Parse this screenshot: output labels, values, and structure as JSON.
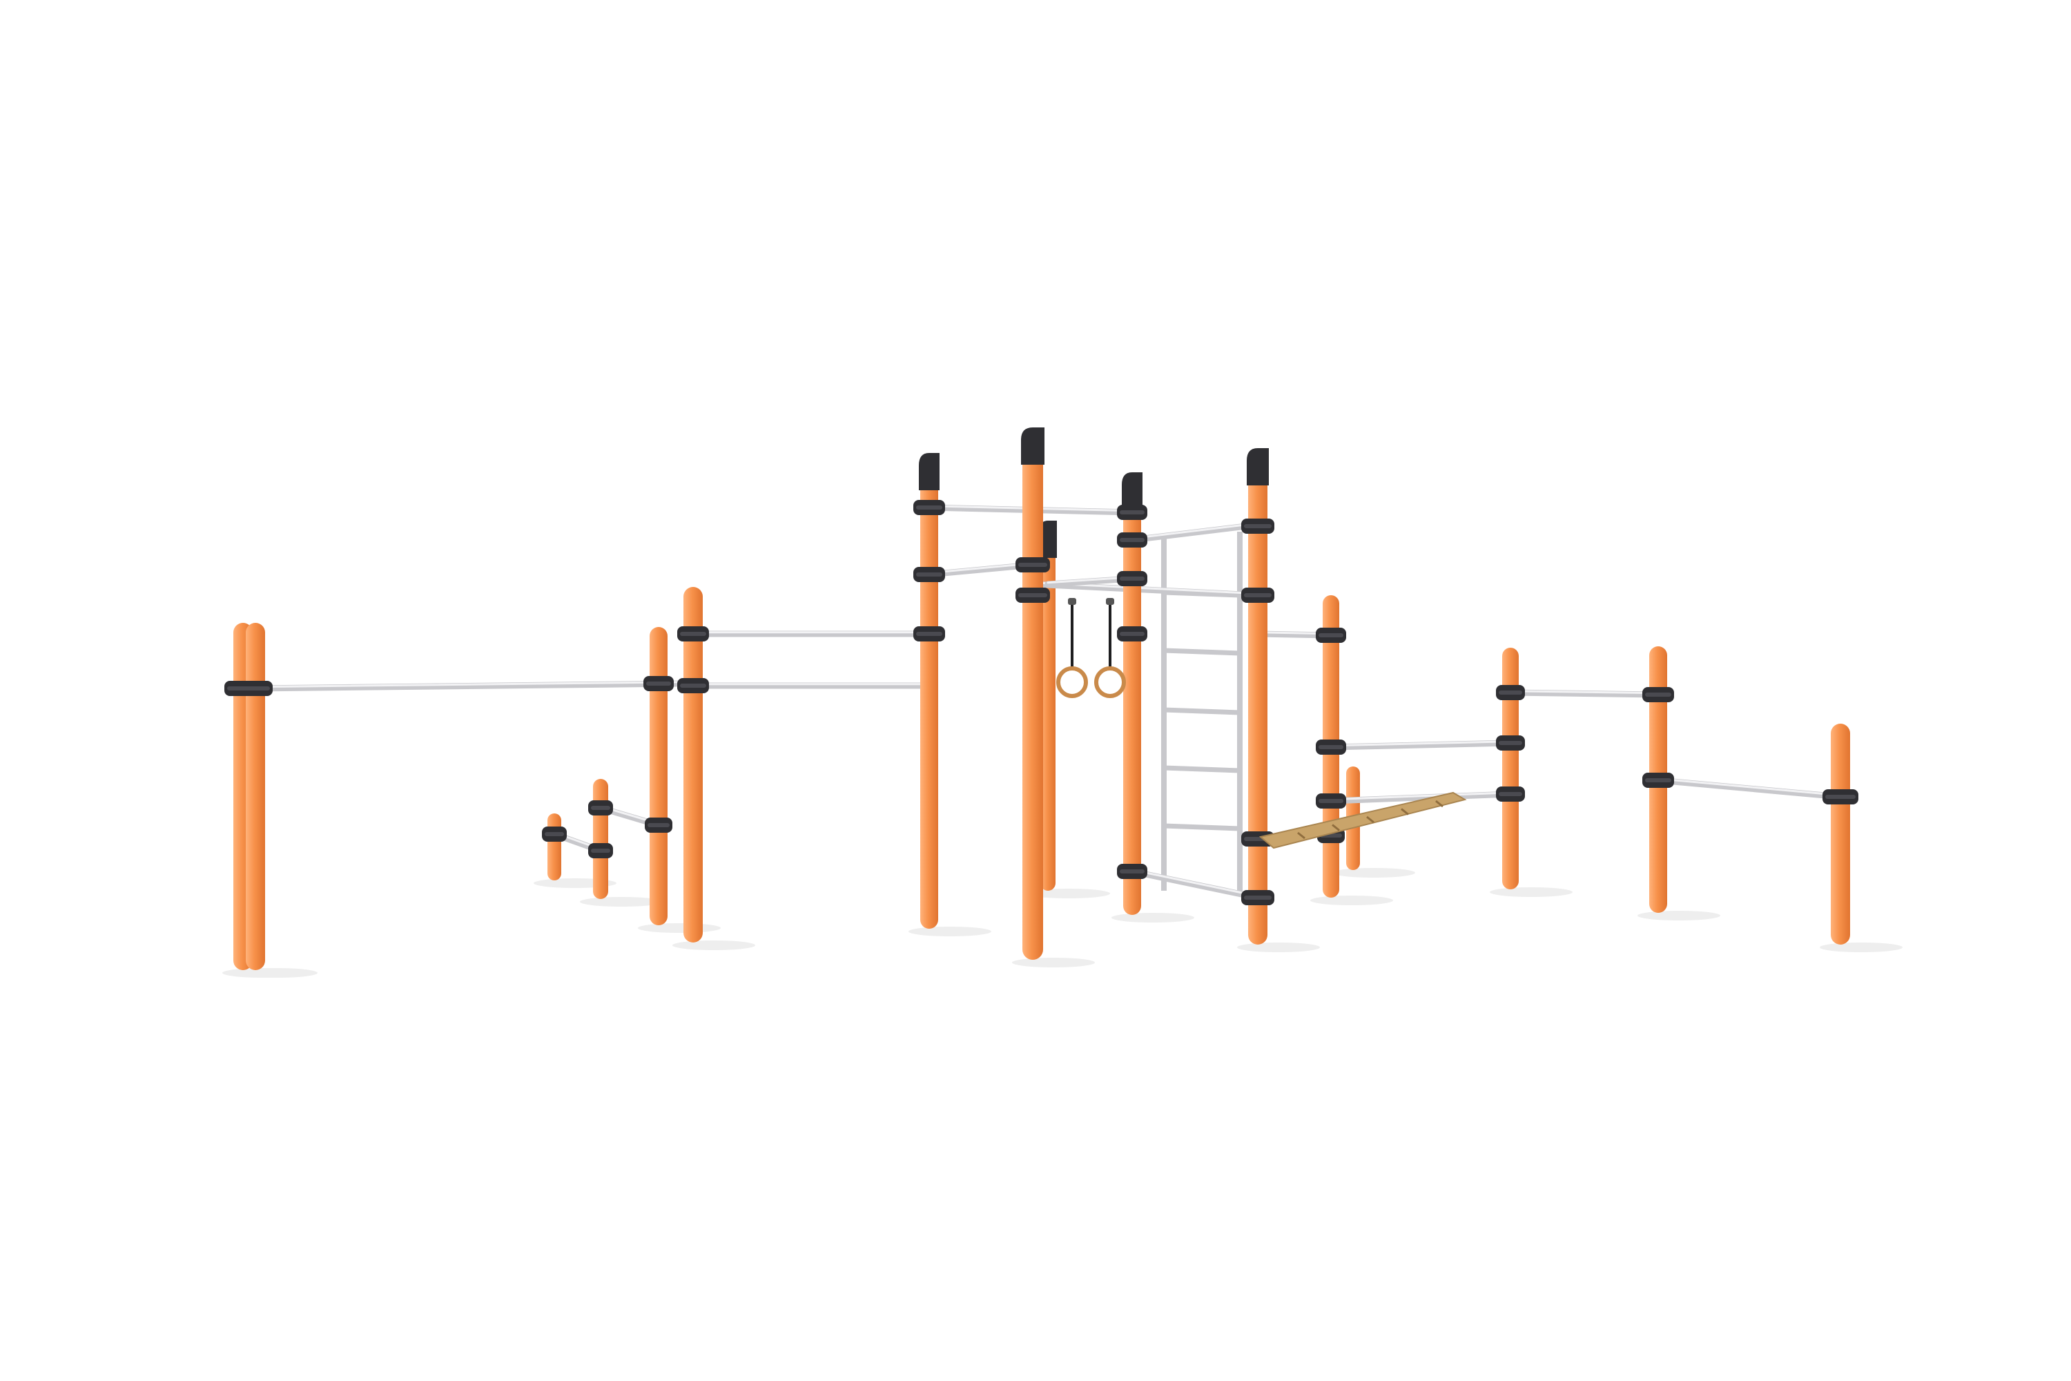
{
  "scene": {
    "subject": "outdoor-calisthenics-workout-station",
    "background_color": "#ffffff",
    "colors": {
      "post_orange": "#f7914a",
      "post_highlight": "#ffb27a",
      "post_shadow": "#e07430",
      "clamp_dark": "#2f2f33",
      "bar_steel": "#c8c8cc",
      "bar_highlight": "#f2f2f4",
      "ring_wood": "#c98a4a",
      "deck_wood": "#c9a46a",
      "strap_black": "#1e1e20",
      "ground_shadow": "#eeeeee"
    },
    "components": [
      "pull-up-bar",
      "parallel-bars",
      "low-bars",
      "gymnastic-rings",
      "wall-ladder",
      "inclined-bench",
      "monkey-bars"
    ]
  }
}
